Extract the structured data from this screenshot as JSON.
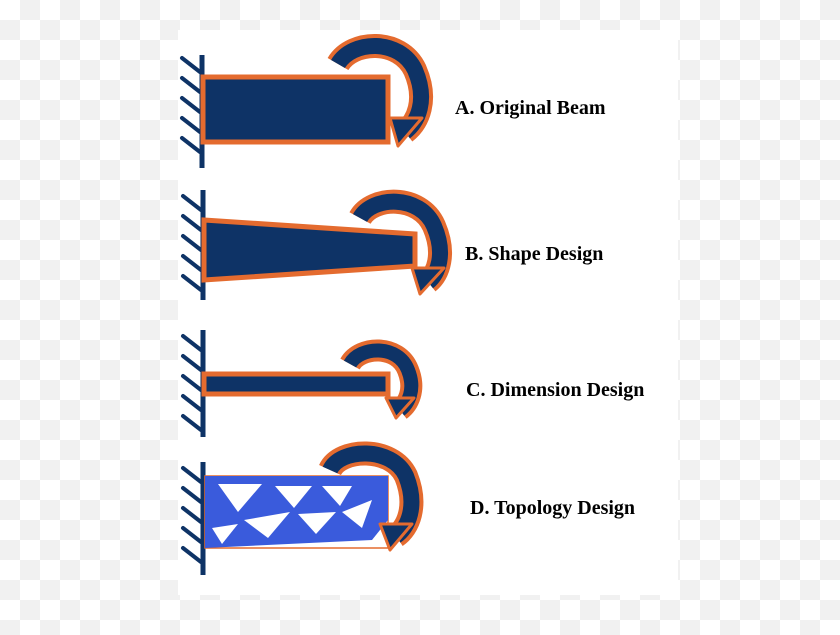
{
  "colors": {
    "beam_fill": "#0e3366",
    "beam_outline": "#e46b2f",
    "topology_fill": "#3a5bdc",
    "support": "#0e3366"
  },
  "labels": {
    "a": "A. Original Beam",
    "b": "B. Shape Design",
    "c": "C. Dimension Design",
    "d": "D. Topology Design"
  },
  "icons": {
    "support": "fixed-wall-support-icon",
    "moment": "curved-moment-arrow-icon"
  }
}
